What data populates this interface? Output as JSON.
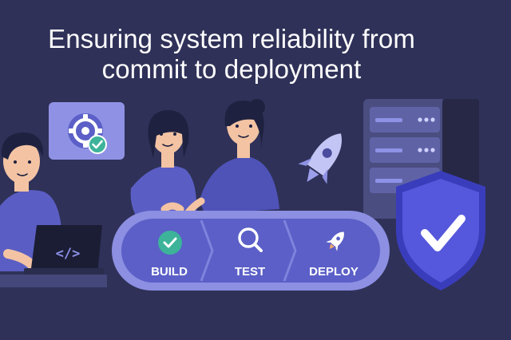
{
  "headline": {
    "line1": "Ensuring system reliability from",
    "line2": "commit to deployment"
  },
  "pipeline": {
    "stages": [
      {
        "label": "BUILD",
        "icon": "check-circle-icon"
      },
      {
        "label": "TEST",
        "icon": "magnifier-icon"
      },
      {
        "label": "DEPLOY",
        "icon": "rocket-icon"
      }
    ]
  },
  "laptop": {
    "code_symbol": "</>",
    "icon": "code-icon"
  },
  "badges": {
    "settings": "gear-check-icon",
    "shield": "shield-check-icon",
    "server": "server-rack-icon",
    "rocket": "rocket-icon"
  },
  "colors": {
    "background": "#2f3158",
    "accent": "#7b7fe0",
    "shield": "#4f52d8",
    "success": "#3db39a",
    "skin": "#f3c3a3",
    "hair": "#1f2140"
  }
}
